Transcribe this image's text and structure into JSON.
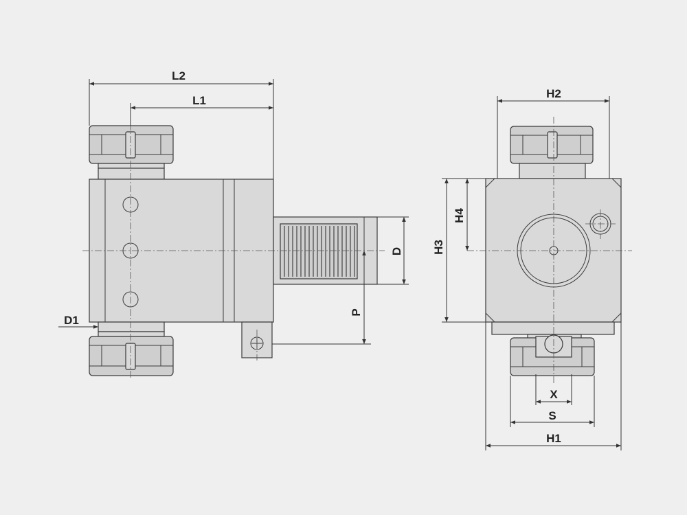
{
  "labels": {
    "L2": "L2",
    "L1": "L1",
    "D1": "D1",
    "D": "D",
    "P": "P",
    "H2": "H2",
    "H3": "H3",
    "H4": "H4",
    "X": "X",
    "S": "S",
    "H1": "H1"
  },
  "colors": {
    "background": "#efefef",
    "part_fill": "#d9d9d9",
    "line": "#333333"
  }
}
